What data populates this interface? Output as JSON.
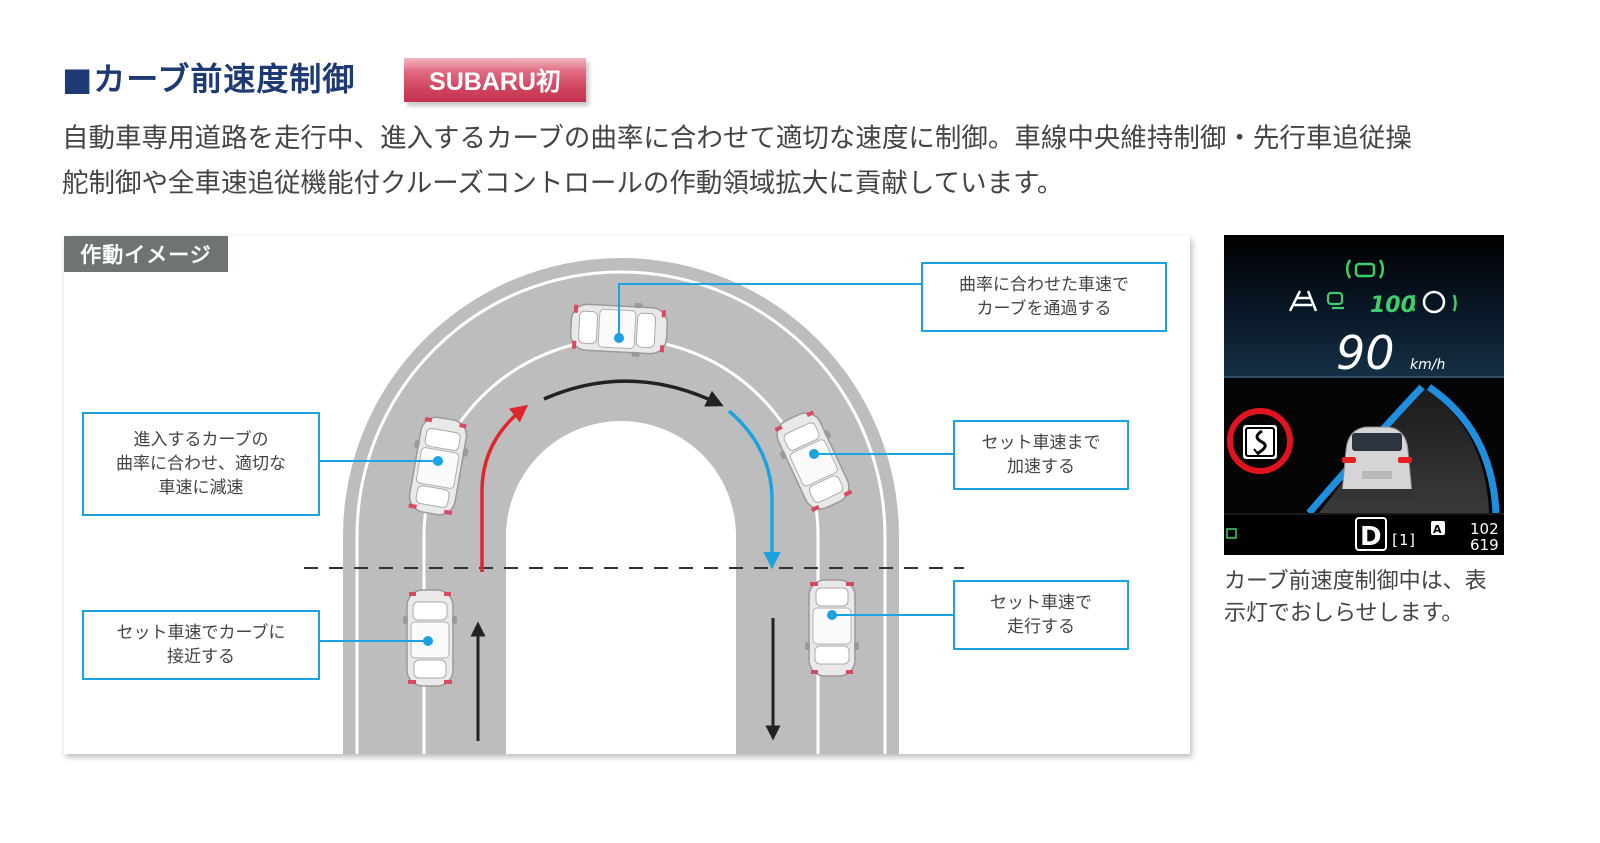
{
  "header": {
    "title": "■カーブ前速度制御",
    "badge": "SUBARU初"
  },
  "description": {
    "line1": "自動車専用道路を走行中、進入するカーブの曲率に合わせて適切な速度に制御。車線中央維持制御・先行車追従操",
    "line2": "舵制御や全車速追従機能付クルーズコントロールの作動領域拡大に貢献しています。"
  },
  "diagram": {
    "tag": "作動イメージ",
    "callouts": {
      "approach": [
        "セット車速でカーブに",
        "接近する"
      ],
      "decelerate": [
        "進入するカーブの",
        "曲率に合わせ、適切な",
        "車速に減速"
      ],
      "pass": [
        "曲率に合わせた車速で",
        "カーブを通過する"
      ],
      "accelerate": [
        "セット車速まで",
        "加速する"
      ],
      "cruise": [
        "セット車速で",
        "走行する"
      ]
    },
    "colors": {
      "road": "#bdbdbd",
      "lane_line": "#ffffff",
      "callout_border": "#1aa3e0",
      "decel_arrow": "#e0262d",
      "accel_arrow": "#1aa3e0",
      "path_arrow": "#222222"
    }
  },
  "meter": {
    "set_speed": "100",
    "speed": "90",
    "unit": "km/h",
    "gear": "D",
    "gear_sub": "[1]",
    "mode": "A",
    "odo_top": "102",
    "odo_bottom": "619",
    "indicator_icon": "winding-road-sign-icon",
    "highlight_color": "#e1131e",
    "display_accent": "#3ecf6c",
    "lane_color": "#1f8fe0"
  },
  "caption": {
    "line1": "カーブ前速度制御中は、表",
    "line2": "示灯でおしらせします。"
  }
}
